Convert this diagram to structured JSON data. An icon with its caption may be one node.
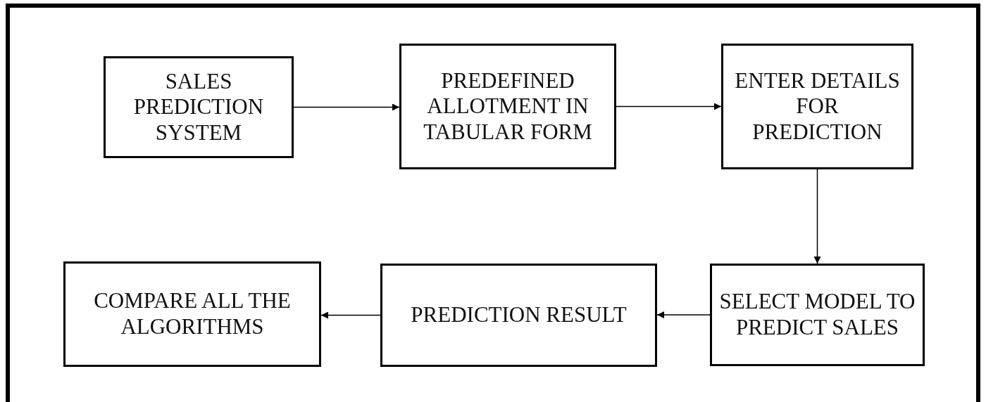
{
  "diagram": {
    "nodes": [
      {
        "text": [
          "SALES PREDICTION SYSTEM"
        ]
      },
      {
        "text": [
          "PREDEFINED ALLOTMENT IN TABULAR FORM"
        ]
      },
      {
        "text": [
          "ENTER DETAILS FOR PREDICTION"
        ]
      },
      {
        "text": [
          "SELECT MODEL TO PREDICT SALES"
        ]
      },
      {
        "text": [
          "PREDICTION RESULT"
        ]
      },
      {
        "text": [
          "COMPARE ALL THE ALGORITHMS"
        ]
      }
    ],
    "edges": [
      {
        "from": 0,
        "to": 1,
        "arrow": "to"
      },
      {
        "from": 1,
        "to": 2,
        "arrow": "to"
      },
      {
        "from": 2,
        "to": 3,
        "arrow": "to"
      },
      {
        "from": 3,
        "to": 4,
        "arrow": "to"
      },
      {
        "from": 4,
        "to": 5,
        "arrow": "to"
      }
    ]
  }
}
